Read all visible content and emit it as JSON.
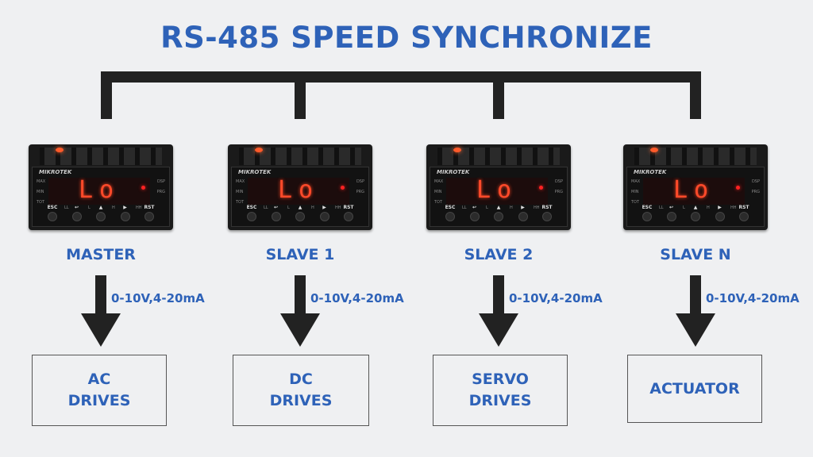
{
  "title": "RS-485 SPEED SYNCHRONIZE",
  "device": {
    "brand": "MIKROTEK",
    "display": "Lo",
    "left_labels": [
      "MAX",
      "MIN",
      "TOT"
    ],
    "right_labels": [
      "DSP",
      "PRG"
    ],
    "bottom_labels": [
      "LL",
      "L",
      "H",
      "HH"
    ],
    "keys": [
      "ESC",
      "↩",
      "▲",
      "▶",
      "RST"
    ]
  },
  "units": [
    {
      "label": "MASTER",
      "signal": "0-10V,4-20mA",
      "target": [
        "AC",
        "DRIVES"
      ]
    },
    {
      "label": "SLAVE 1",
      "signal": "0-10V,4-20mA",
      "target": [
        "DC",
        "DRIVES"
      ]
    },
    {
      "label": "SLAVE 2",
      "signal": "0-10V,4-20mA",
      "target": [
        "SERVO",
        "DRIVES"
      ]
    },
    {
      "label": "SLAVE N",
      "signal": "0-10V,4-20mA",
      "target": [
        "ACTUATOR"
      ]
    }
  ],
  "colors": {
    "accent": "#2e62b8",
    "line": "#222222",
    "background": "#eff0f2"
  }
}
